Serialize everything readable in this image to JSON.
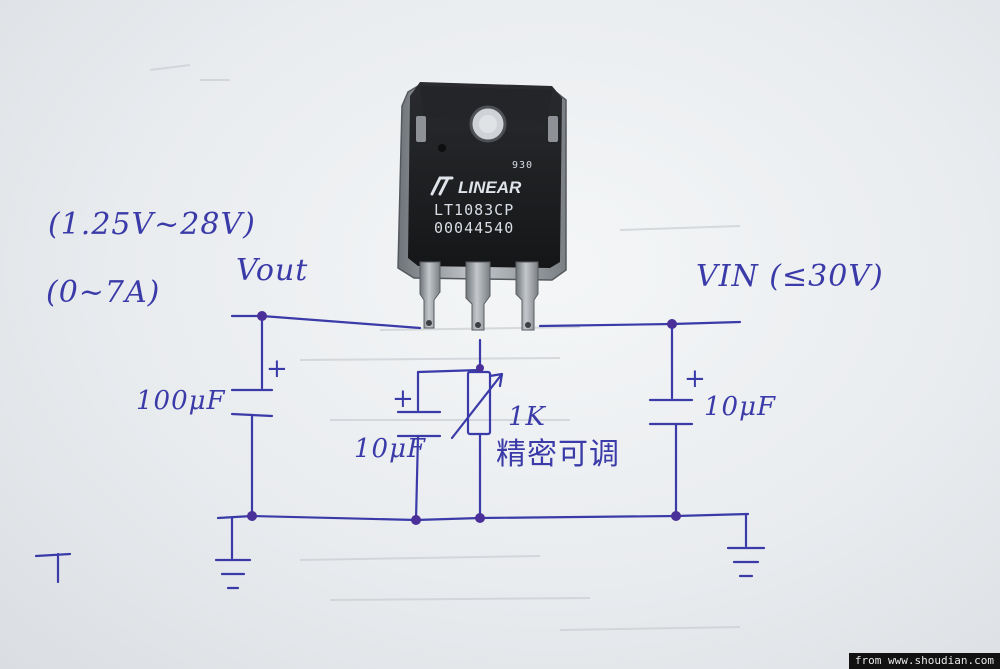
{
  "chip": {
    "brand": "LINEAR",
    "part_number": "LT1083CP",
    "lot_code": "00044540",
    "small_mark": "930"
  },
  "labels": {
    "vout_range": "(1.25V~28V)",
    "current_range": "(0~7A)",
    "vout": "Vout",
    "vin": "VIN (≤30V)",
    "cap_out": "100μF",
    "cap_adj": "10μF",
    "cap_in": "10μF",
    "pot_value": "1K",
    "pot_desc": "精密可调",
    "plus": "+"
  },
  "credit": "from www.shoudian.com",
  "colors": {
    "ink": "#3a3aa8",
    "chip_body": "#1a1b1d",
    "tab_metal": "#9a9ea3"
  }
}
